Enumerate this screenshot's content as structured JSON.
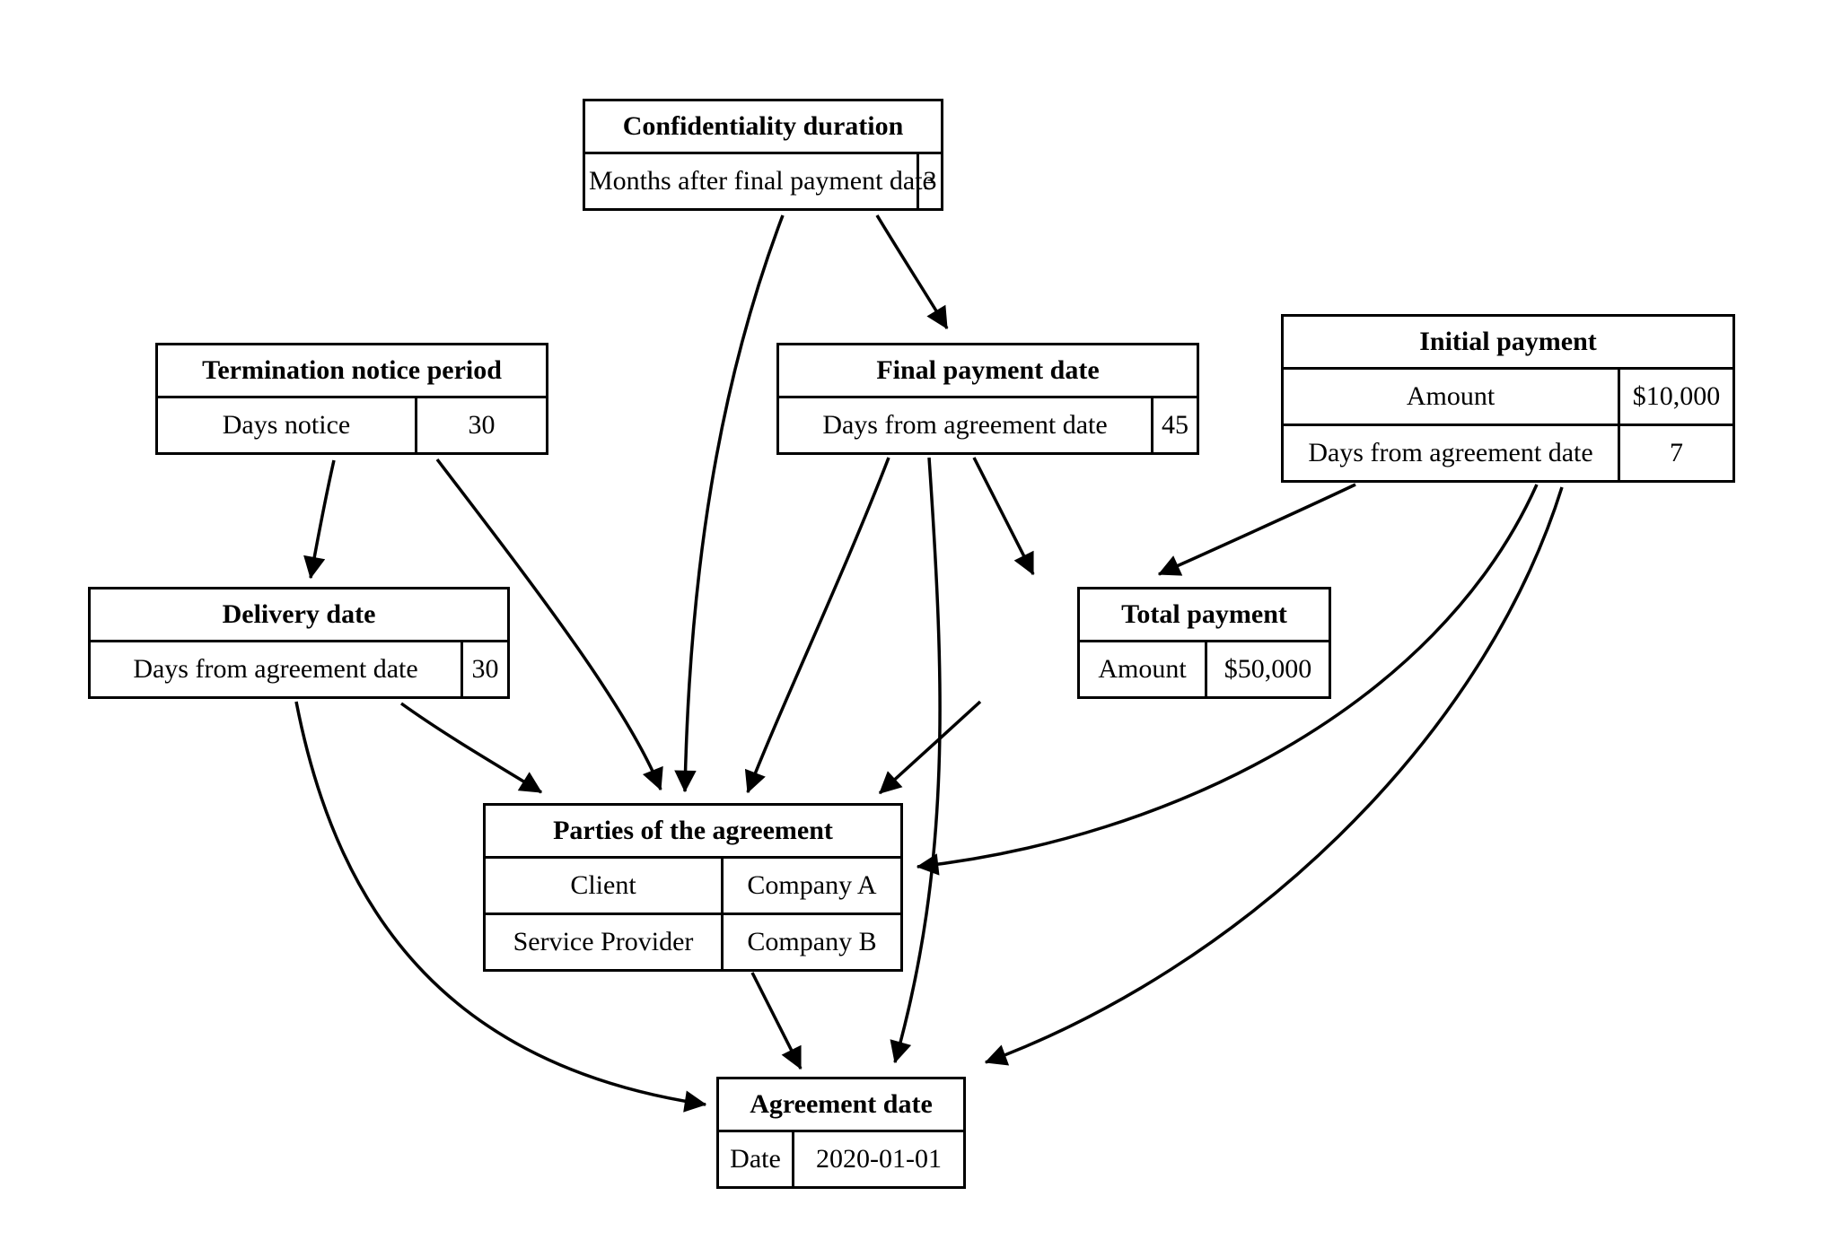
{
  "diagram": {
    "background_color": "#ffffff",
    "line_color": "#000000",
    "nodes": {
      "confidentiality_duration": {
        "title": "Confidentiality duration",
        "rows": [
          {
            "label": "Months after final payment date",
            "value": "3"
          }
        ]
      },
      "termination_notice_period": {
        "title": "Termination notice period",
        "rows": [
          {
            "label": "Days notice",
            "value": "30"
          }
        ]
      },
      "final_payment_date": {
        "title": "Final payment date",
        "rows": [
          {
            "label": "Days from agreement date",
            "value": "45"
          }
        ]
      },
      "initial_payment": {
        "title": "Initial payment",
        "rows": [
          {
            "label": "Amount",
            "value": "$10,000"
          },
          {
            "label": "Days from agreement date",
            "value": "7"
          }
        ]
      },
      "delivery_date": {
        "title": "Delivery date",
        "rows": [
          {
            "label": "Days from agreement date",
            "value": "30"
          }
        ]
      },
      "total_payment": {
        "title": "Total payment",
        "rows": [
          {
            "label": "Amount",
            "value": "$50,000"
          }
        ]
      },
      "parties_of_the_agreement": {
        "title": "Parties of the agreement",
        "rows": [
          {
            "label": "Client",
            "value": "Company A"
          },
          {
            "label": "Service Provider",
            "value": "Company B"
          }
        ]
      },
      "agreement_date": {
        "title": "Agreement date",
        "rows": [
          {
            "label": "Date",
            "value": "2020-01-01"
          }
        ]
      }
    },
    "edges": [
      {
        "from": "confidentiality_duration",
        "to": "final_payment_date"
      },
      {
        "from": "confidentiality_duration",
        "to": "parties_of_the_agreement"
      },
      {
        "from": "termination_notice_period",
        "to": "delivery_date"
      },
      {
        "from": "termination_notice_period",
        "to": "parties_of_the_agreement"
      },
      {
        "from": "delivery_date",
        "to": "parties_of_the_agreement"
      },
      {
        "from": "delivery_date",
        "to": "agreement_date"
      },
      {
        "from": "final_payment_date",
        "to": "parties_of_the_agreement"
      },
      {
        "from": "final_payment_date",
        "to": "agreement_date"
      },
      {
        "from": "final_payment_date",
        "to": "total_payment"
      },
      {
        "from": "initial_payment",
        "to": "total_payment"
      },
      {
        "from": "initial_payment",
        "to": "parties_of_the_agreement"
      },
      {
        "from": "initial_payment",
        "to": "agreement_date"
      },
      {
        "from": "total_payment",
        "to": "parties_of_the_agreement"
      },
      {
        "from": "parties_of_the_agreement",
        "to": "agreement_date"
      }
    ]
  }
}
